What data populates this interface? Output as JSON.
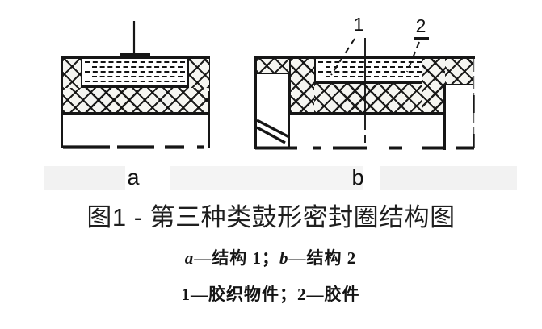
{
  "figure": {
    "caption": "图1 - 第三种类鼓形密封圈结构图",
    "sub_label_a": "a",
    "sub_label_b": "b",
    "callout_1": "1",
    "callout_2": "2",
    "legend_line1": {
      "key_a": "a",
      "desc_a": "—结构 1；",
      "key_b": "b",
      "desc_b": "—结构 2"
    },
    "legend_line2": "1—胶织物件；2—胶件"
  },
  "colors": {
    "ink": "#161616",
    "paper": "#ffffff"
  }
}
